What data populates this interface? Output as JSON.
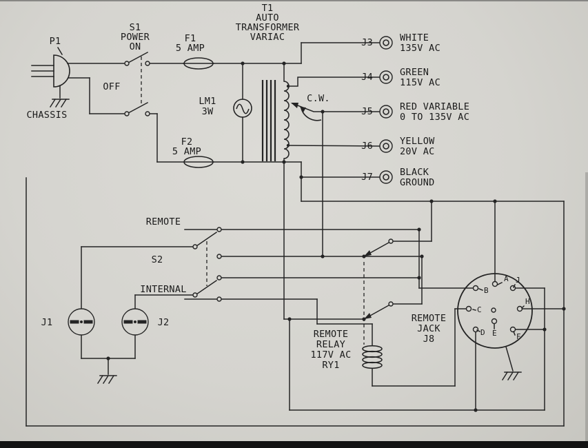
{
  "colors": {
    "paper": "#d6d5d0",
    "ink": "#242424"
  },
  "diagram": {
    "transformer": {
      "id": "T1",
      "name_line1": "AUTO",
      "name_line2": "TRANSFORMER",
      "name_line3": "VARIAC",
      "rotation_label": "C.W."
    },
    "plug": {
      "id": "P1"
    },
    "chassis_label": "CHASSIS",
    "switch_s1": {
      "id": "S1",
      "label_line1": "POWER",
      "label_line2": "ON",
      "off_label": "OFF"
    },
    "fuse_f1": {
      "id": "F1",
      "rating": "5 AMP"
    },
    "fuse_f2": {
      "id": "F2",
      "rating": "5 AMP"
    },
    "lamp": {
      "id": "LM1",
      "rating": "3W"
    },
    "switch_s2": {
      "id": "S2",
      "position_top": "REMOTE",
      "position_bottom": "INTERNAL"
    },
    "jack_j1": {
      "id": "J1"
    },
    "jack_j2": {
      "id": "J2"
    },
    "relay": {
      "label_line1": "REMOTE",
      "label_line2": "RELAY",
      "label_line3": "117V AC",
      "label_line4": "RY1"
    },
    "remote_jack": {
      "label_line1": "REMOTE",
      "label_line2": "JACK",
      "label_line3": "J8",
      "pins": {
        "a": "A",
        "b": "B",
        "c": "C",
        "d": "D",
        "e": "E",
        "f": "F",
        "h": "H",
        "j": "J"
      }
    },
    "output_jacks": [
      {
        "id": "J3",
        "color": "WHITE",
        "voltage": "135V AC"
      },
      {
        "id": "J4",
        "color": "GREEN",
        "voltage": "115V AC"
      },
      {
        "id": "J5",
        "color": "RED VARIABLE",
        "voltage": "0 TO 135V AC"
      },
      {
        "id": "J6",
        "color": "YELLOW",
        "voltage": "20V AC"
      },
      {
        "id": "J7",
        "color": "BLACK",
        "voltage": "GROUND"
      }
    ]
  }
}
